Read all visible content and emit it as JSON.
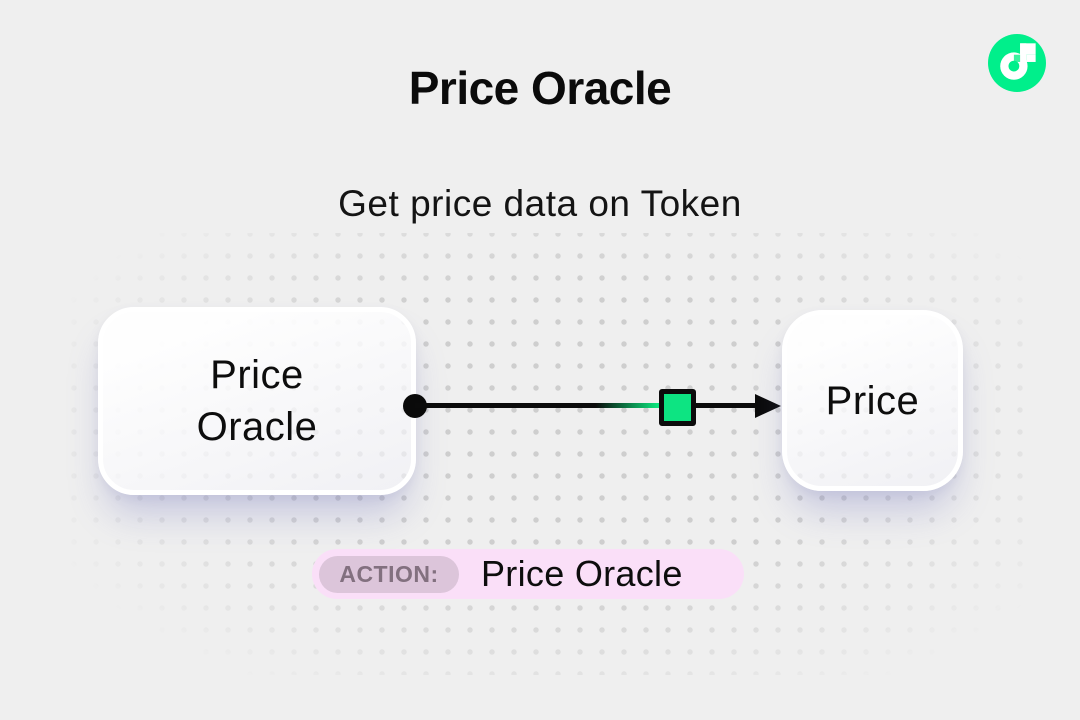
{
  "header": {
    "title": "Price Oracle",
    "subtitle": "Get price data on Token"
  },
  "logo": {
    "name": "flow-blockchain-logo",
    "circle_color": "#00EF8B",
    "glyph_color": "#FFFFFF",
    "accent_color": "#3DF2A0"
  },
  "diagram": {
    "source_node": {
      "label": "Price\nOracle"
    },
    "target_node": {
      "label": "Price"
    },
    "edge": {
      "marker_color": "#0DE482",
      "line_color": "#0B0B0B"
    }
  },
  "action_badge": {
    "label": "ACTION:",
    "value": "Price Oracle",
    "badge_bg": "#FADFF8",
    "label_pill_bg": "#DCC5DA"
  },
  "palette": {
    "background": "#EFEFEF",
    "dot_color": "#CECECE",
    "node_shadow": "rgba(113,116,188,0.33)"
  }
}
